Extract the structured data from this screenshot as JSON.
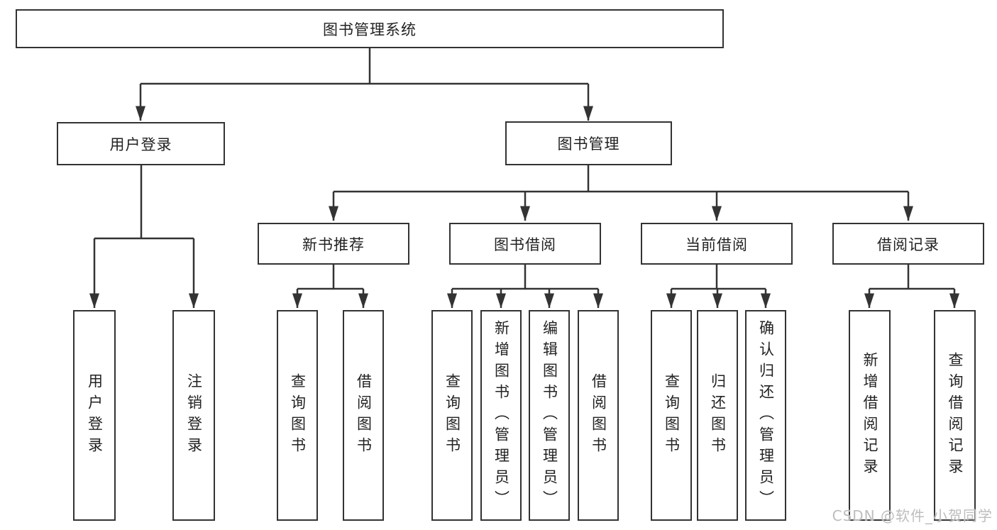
{
  "colors": {
    "line": "#333333",
    "text": "#222222",
    "watermark": "#bdbdbd",
    "background": "#ffffff"
  },
  "tree": {
    "root": {
      "label": "图书管理系统"
    },
    "level2": [
      {
        "label": "用户登录"
      },
      {
        "label": "图书管理"
      }
    ],
    "level3": [
      {
        "label": "新书推荐"
      },
      {
        "label": "图书借阅"
      },
      {
        "label": "当前借阅"
      },
      {
        "label": "借阅记录"
      }
    ],
    "leaves": {
      "login": [
        {
          "label": "用户登录"
        },
        {
          "label": "注销登录"
        }
      ],
      "recommend": [
        {
          "label": "查询图书"
        },
        {
          "label": "借阅图书"
        }
      ],
      "borrowing": [
        {
          "label": "查询图书"
        },
        {
          "label": "新增图书（管理员）"
        },
        {
          "label": "编辑图书（管理员）"
        },
        {
          "label": "借阅图书"
        }
      ],
      "current": [
        {
          "label": "查询图书"
        },
        {
          "label": "归还图书"
        },
        {
          "label": "确认归还（管理员）"
        }
      ],
      "records": [
        {
          "label": "新增借阅记录"
        },
        {
          "label": "查询借阅记录"
        }
      ]
    }
  },
  "watermark": {
    "text": "CSDN @软件_小贺同学"
  }
}
